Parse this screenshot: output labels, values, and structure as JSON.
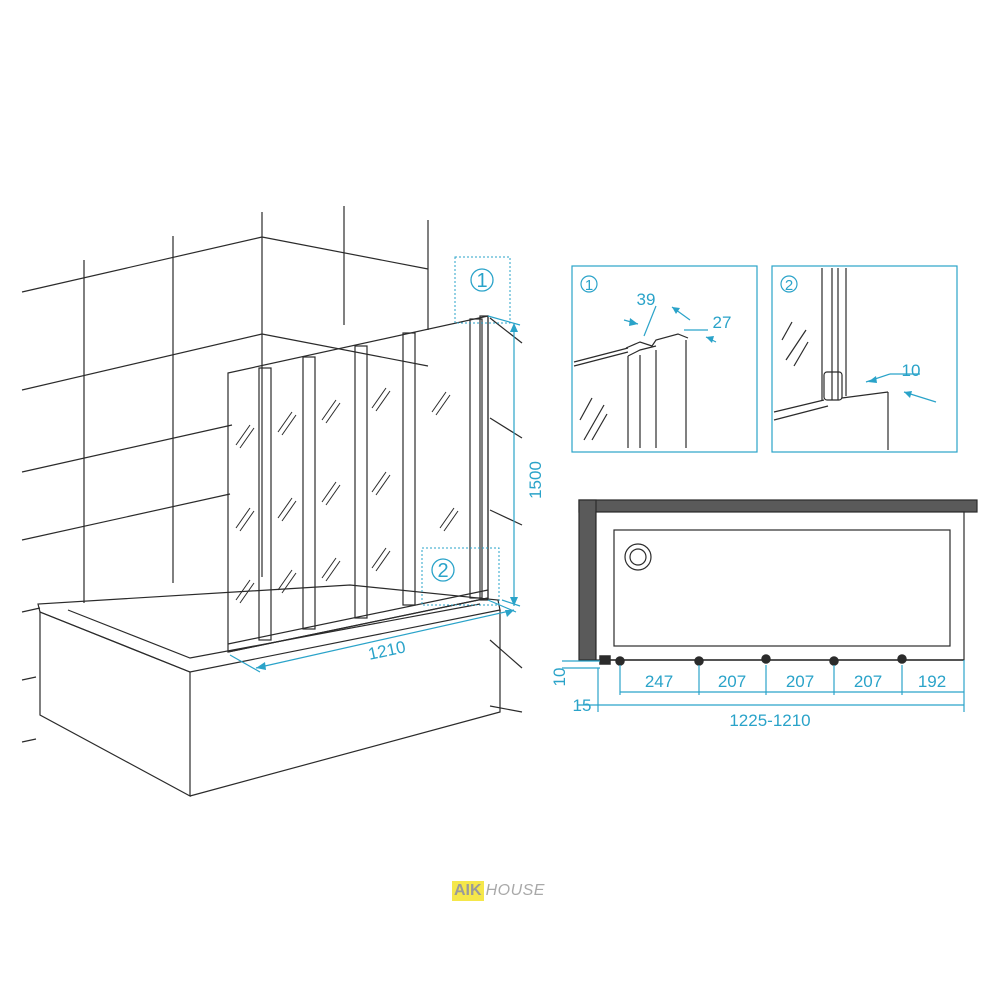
{
  "colors": {
    "dimension": "#2aa3c9",
    "line": "#2b2b2b",
    "wall": "#5a5a5a",
    "logo_bg": "#f5e74a",
    "logo_text": "#9a9a9a"
  },
  "main_view": {
    "height_label": "1500",
    "width_label": "1210",
    "callout_1": "1",
    "callout_2": "2"
  },
  "detail_1": {
    "marker": "1",
    "dim_a": "39",
    "dim_b": "27"
  },
  "detail_2": {
    "marker": "2",
    "dim_a": "10"
  },
  "plan_view": {
    "dim_left_vertical": "10",
    "dim_left_offset": "15",
    "segments": [
      "247",
      "207",
      "207",
      "207",
      "192"
    ],
    "total": "1225-1210"
  },
  "logo": {
    "brand_a": "AIK",
    "brand_b": "HOUSE"
  }
}
